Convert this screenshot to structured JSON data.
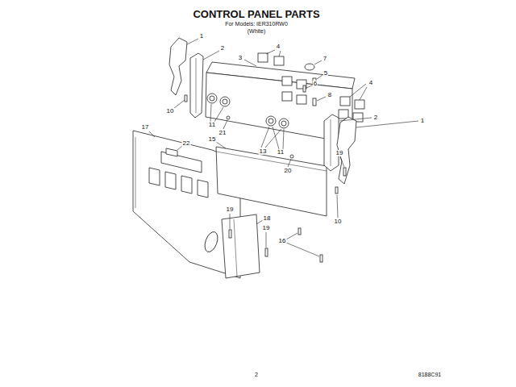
{
  "diagram": {
    "title": "CONTROL PANEL PARTS",
    "labels": [
      "For Models: IER310RW0",
      "(White)",
      "1",
      "2",
      "3",
      "4",
      "7",
      "5",
      "6",
      "4",
      "8",
      "10",
      "2",
      "1",
      "11",
      "21",
      "17",
      "15",
      "22",
      "13",
      "11",
      "19",
      "20",
      "18",
      "19",
      "10",
      "19",
      "16",
      "2",
      "8188C91"
    ]
  }
}
